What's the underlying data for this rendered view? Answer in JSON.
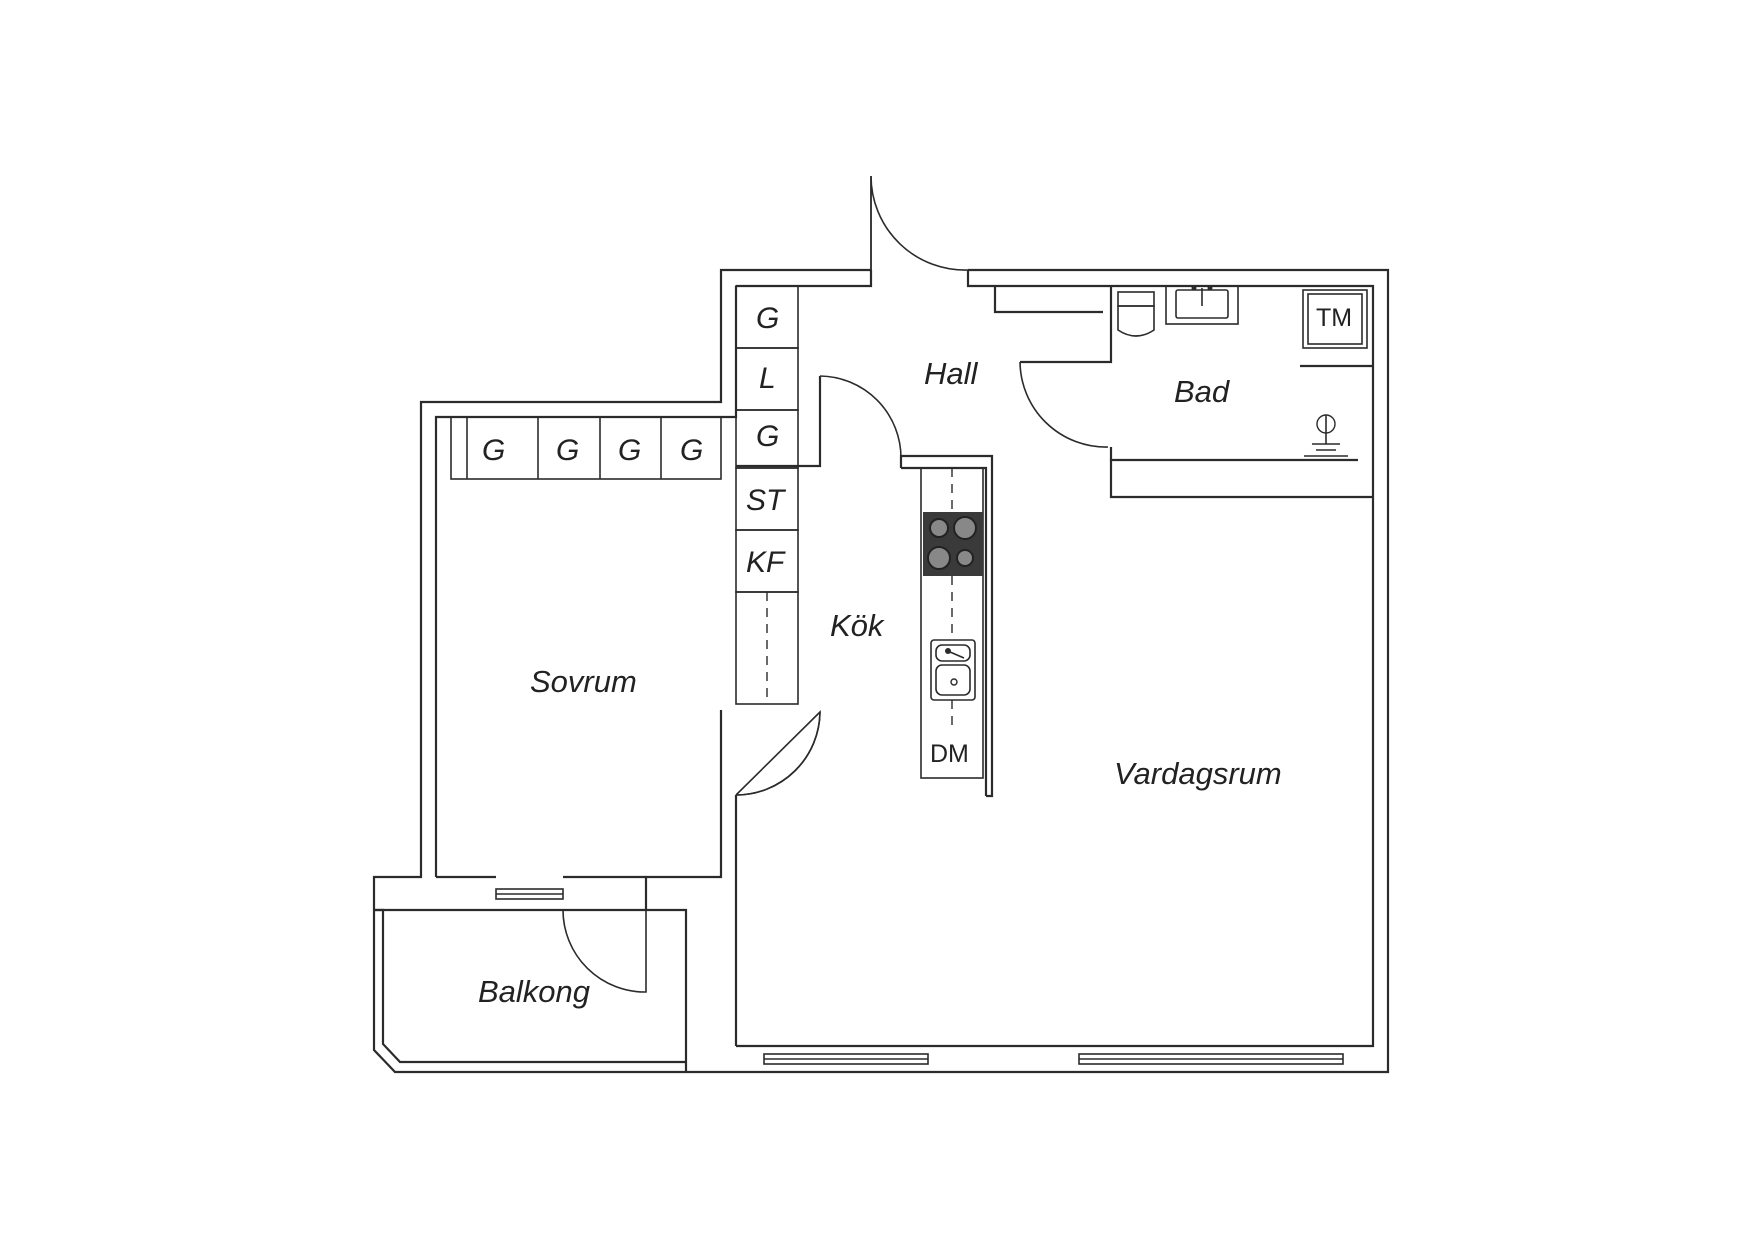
{
  "rooms": {
    "hall": "Hall",
    "bad": "Bad",
    "kok": "Kök",
    "sovrum": "Sovrum",
    "vardagsrum": "Vardagsrum",
    "balkong": "Balkong"
  },
  "cabinets": {
    "hall_1": "G",
    "hall_2": "L",
    "hall_3": "G",
    "sovrum_1": "G",
    "sovrum_2": "G",
    "sovrum_3": "G",
    "sovrum_4": "G",
    "kitchen_st": "ST",
    "kitchen_kf": "KF"
  },
  "appliances": {
    "dishwasher": "DM",
    "washing_machine": "TM"
  },
  "icons": {
    "stove": "stove-icon",
    "kitchen_sink": "kitchen-sink-icon",
    "bath_sink": "bathroom-sink-icon",
    "toilet": "toilet-icon",
    "shower": "shower-icon"
  }
}
